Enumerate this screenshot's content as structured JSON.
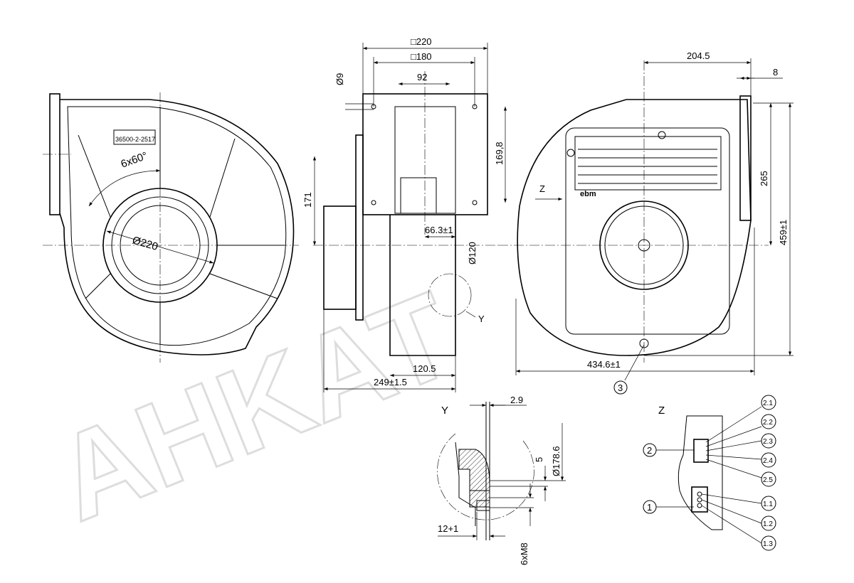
{
  "watermark": "AHKAT",
  "front_view": {
    "part_label": "36500-2-2517",
    "angle_label": "6x60°",
    "diameter_label": "Ø220"
  },
  "side_view": {
    "flange_outer": "□220",
    "flange_inner": "□180",
    "hole_spacing": "92",
    "hole_diameter": "Ø9",
    "height_169": "169,8",
    "height_171": "171",
    "offset": "66.3±1",
    "inlet_diameter": "Ø120",
    "detail_marker": "Y",
    "depth_120": "120.5",
    "depth_249": "249±1.5"
  },
  "rear_view": {
    "width_204": "204.5",
    "flange_8": "8",
    "height_265": "265",
    "height_459": "459±1",
    "width_434": "434.6±1",
    "view_marker": "Z",
    "callout_3": "3",
    "brand": "ebm"
  },
  "detail_y": {
    "title": "Y",
    "dim_2_9": "2.9",
    "dim_178": "Ø178.6",
    "dim_5": "5",
    "dim_12": "12+1",
    "thread": "6xM8"
  },
  "detail_z": {
    "title": "Z",
    "connector_2": "2",
    "connector_1": "1",
    "pins_2": [
      "2.1",
      "2.2",
      "2.3",
      "2.4",
      "2.5"
    ],
    "pins_1": [
      "1.1",
      "1.2",
      "1.3"
    ]
  }
}
